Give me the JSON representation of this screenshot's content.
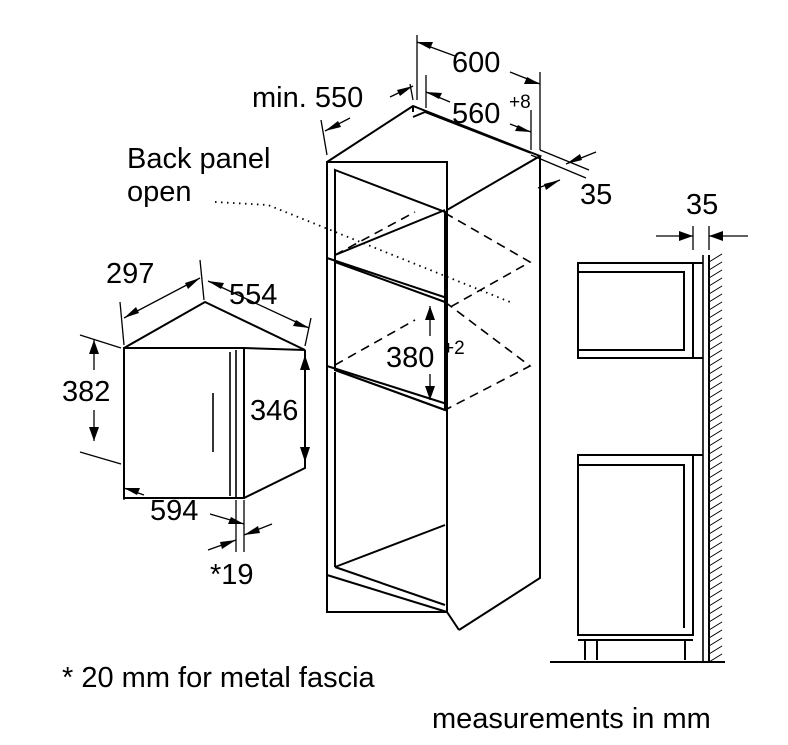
{
  "microwave": {
    "width": "594",
    "depth": "297",
    "depth_inner": "554",
    "height": "382",
    "height_inner": "346",
    "fascia": "*19"
  },
  "cabinet": {
    "width": "600",
    "width_inner": "560",
    "width_inner_tol": "+8",
    "depth_min": "min. 550",
    "panel": "35",
    "niche_height": "380",
    "niche_height_tol": "+2",
    "back_panel_line1": "Back panel",
    "back_panel_line2": "open"
  },
  "side_view": {
    "gap": "35"
  },
  "notes": {
    "footnote": "* 20 mm for metal fascia",
    "units": "measurements in mm"
  }
}
